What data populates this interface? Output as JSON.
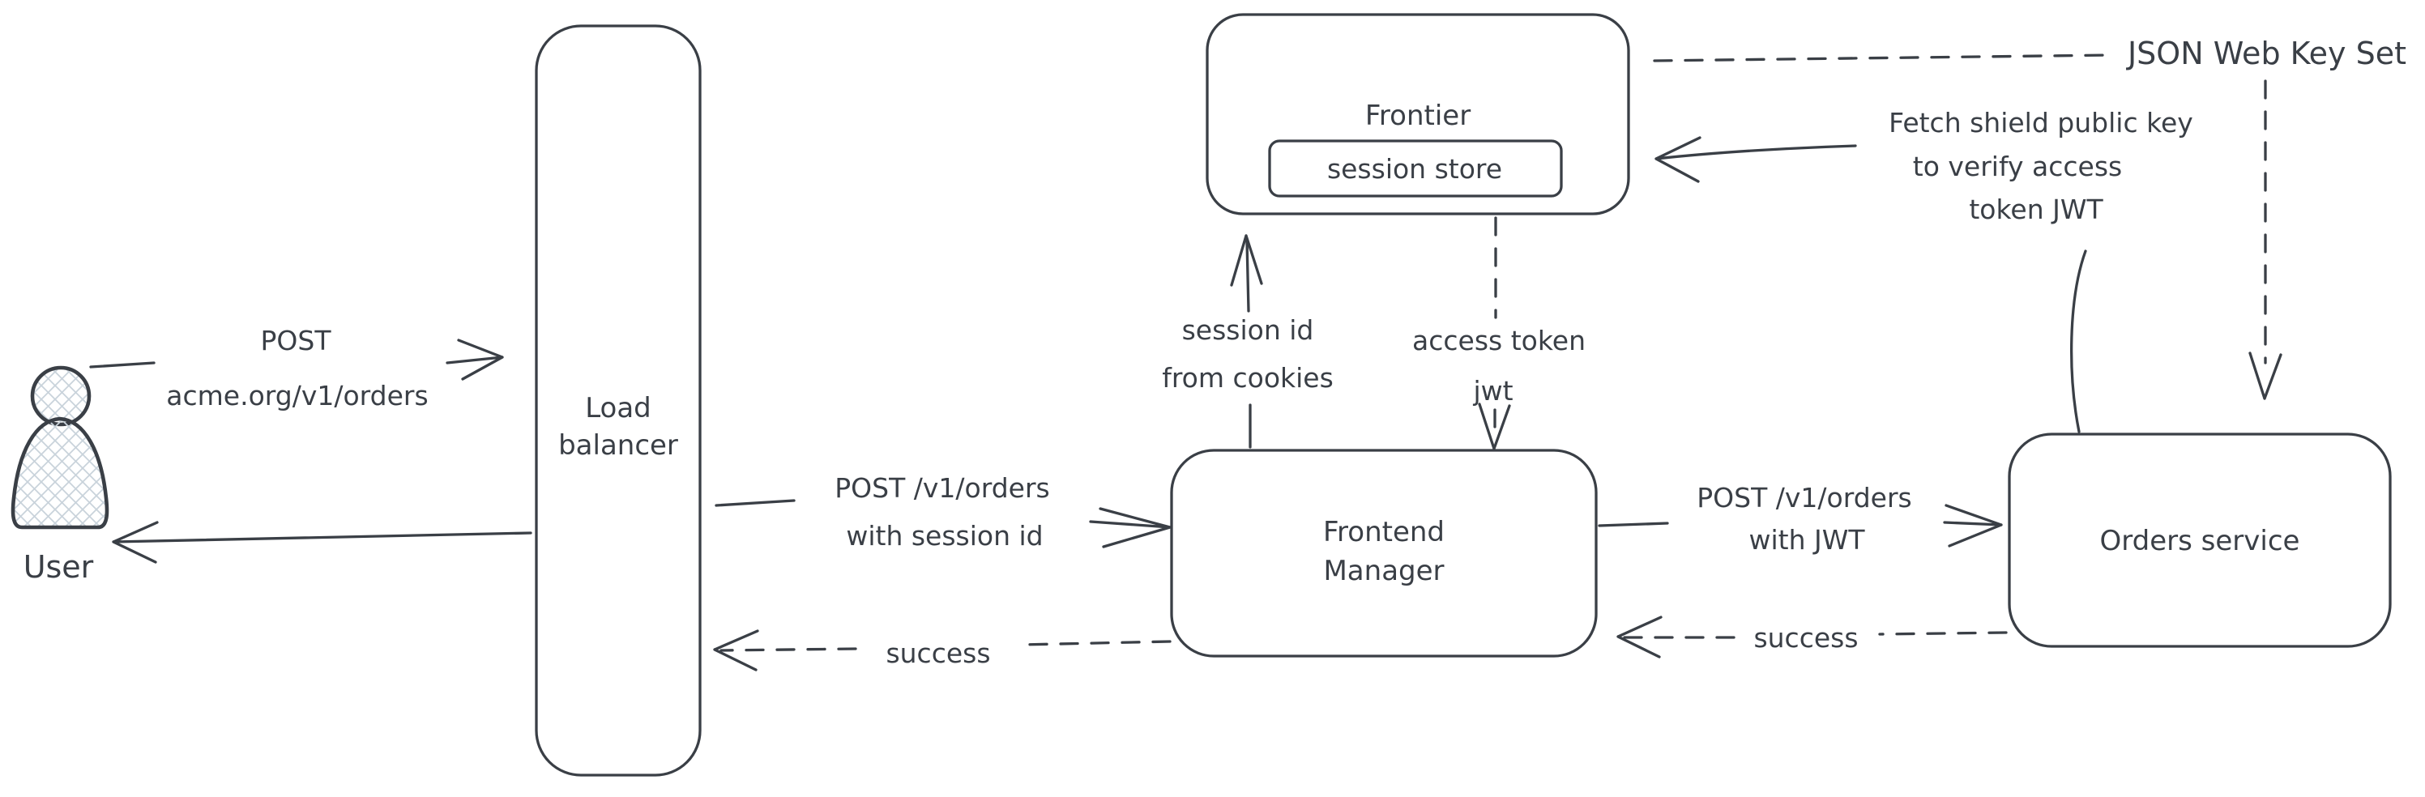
{
  "diagram": {
    "colors": {
      "stroke": "#3a3f46",
      "hatch": "#c9d3db",
      "background": "#ffffff"
    },
    "nodes": {
      "user": {
        "label": "User",
        "icon": "person-icon"
      },
      "load_balancer": {
        "lines": [
          "Load",
          "balancer"
        ]
      },
      "frontier": {
        "label": "Frontier"
      },
      "session_store": {
        "label": "session store"
      },
      "frontend_manager": {
        "lines": [
          "Frontend",
          "Manager"
        ]
      },
      "orders_service": {
        "label": "Orders service"
      },
      "jwks": {
        "label": "JSON Web Key Set"
      }
    },
    "edges": {
      "user_to_lb": {
        "from": "user",
        "to": "load_balancer",
        "style": "solid",
        "direction": "right",
        "lines": [
          "POST",
          "acme.org/v1/orders"
        ]
      },
      "lb_to_user": {
        "from": "load_balancer",
        "to": "user",
        "style": "solid",
        "direction": "left",
        "lines": []
      },
      "lb_to_fm": {
        "from": "load_balancer",
        "to": "frontend_manager",
        "style": "solid",
        "direction": "right",
        "lines": [
          "POST /v1/orders",
          "with session id"
        ]
      },
      "fm_to_lb_success": {
        "from": "frontend_manager",
        "to": "load_balancer",
        "style": "dashed",
        "direction": "left",
        "lines": [
          "success"
        ]
      },
      "fm_to_frontier": {
        "from": "frontend_manager",
        "to": "frontier",
        "style": "solid",
        "direction": "up",
        "lines": [
          "session id",
          "from cookies"
        ]
      },
      "frontier_to_fm": {
        "from": "frontier",
        "to": "frontend_manager",
        "style": "dashed",
        "direction": "down",
        "lines": [
          "access token",
          "jwt"
        ]
      },
      "fm_to_orders": {
        "from": "frontend_manager",
        "to": "orders_service",
        "style": "solid",
        "direction": "right",
        "lines": [
          "POST /v1/orders",
          "with JWT"
        ]
      },
      "orders_to_fm_success": {
        "from": "orders_service",
        "to": "frontend_manager",
        "style": "dashed",
        "direction": "left",
        "lines": [
          "success"
        ]
      },
      "orders_to_frontier_fetch": {
        "from": "orders_service",
        "to": "frontier",
        "style": "solid",
        "direction": "left",
        "lines": [
          "Fetch shield public key",
          "to verify access",
          "token JWT"
        ]
      },
      "frontier_to_jwks": {
        "from": "frontier",
        "to": "jwks",
        "style": "dashed",
        "direction": "right",
        "lines": []
      },
      "jwks_to_orders": {
        "from": "jwks",
        "to": "orders_service",
        "style": "dashed",
        "direction": "down",
        "lines": []
      }
    }
  }
}
